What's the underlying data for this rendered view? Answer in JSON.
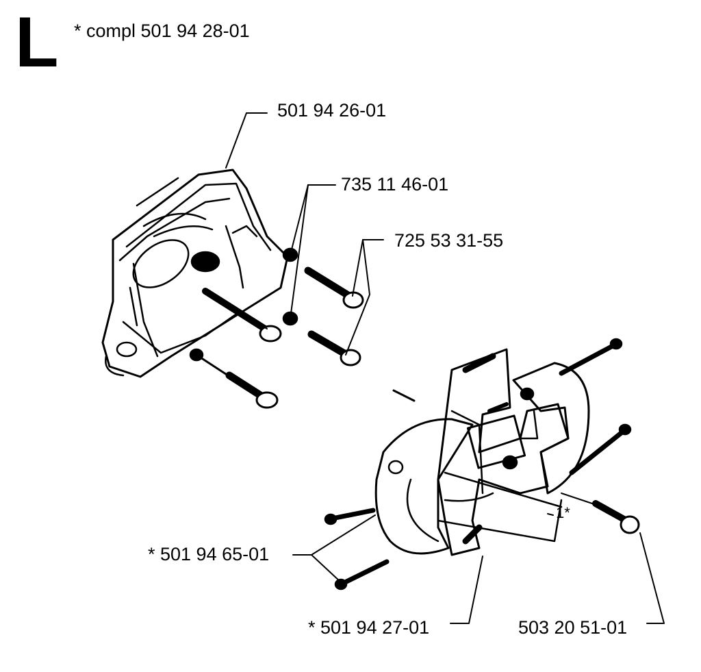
{
  "section_letter": "L",
  "assembly_note": "* compl 501 94 28-01",
  "callouts": {
    "housing": "501 94 26-01",
    "washer": "735 11 46-01",
    "screw_upper": "725 53 31-55",
    "screw_clutch": "* 501 94 65-01",
    "clutch_spring": "* 501 94 27-01",
    "bolt": "503 20 51-01",
    "clutch_marker": "1*"
  }
}
